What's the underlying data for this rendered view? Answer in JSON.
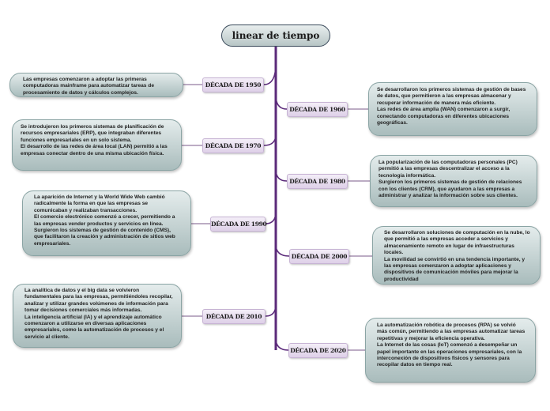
{
  "title": "linear de tiempo",
  "decades": {
    "d1950": "DÉCADA DE 1950",
    "d1960": "DÉCADA DE 1960",
    "d1970": "DÉCADA DE 1970",
    "d1980": "DÉCADA DE 1980",
    "d1990": "DÉCADA DE 1990",
    "d2000": "DÉCADA DE 2000",
    "d2010": "DÉCADA DE 2010",
    "d2020": "DÉCADA DE 2020"
  },
  "notes": {
    "n1950": "Las empresas comenzaron a adoptar las primeras computadoras mainframe para automatizar tareas de procesamiento de datos y cálculos complejos.",
    "n1960": "Se desarrollaron los primeros sistemas de gestión de bases de datos, que permitieron a las empresas almacenar y recuperar información de manera más eficiente.\nLas redes de área amplia (WAN) comenzaron a surgir, conectando computadoras en diferentes ubicaciones geográficas.",
    "n1970": "Se introdujeron los primeros sistemas de planificación de recursos empresariales (ERP), que integraban diferentes funciones empresariales en un solo sistema.\nEl desarrollo de las redes de área local (LAN) permitió a las empresas conectar dentro de una misma ubicación física.",
    "n1980": "La popularización de las computadoras personales (PC) permitió a las empresas descentralizar el acceso a la tecnología informática.\nSurgieron los primeros sistemas de gestión de relaciones con los clientes (CRM), que ayudaron a las empresas a administrar y analizar la información sobre sus clientes.",
    "n1990": "La aparición de Internet y la World Wide Web cambió radicalmente la forma en que las empresas se comunicaban y realizaban transacciones.\nEl comercio electrónico comenzó a crecer, permitiendo a las empresas vender productos y servicios en línea.\nSurgieron los sistemas de gestión de contenido (CMS), que facilitaron la creación y administración de sitios web empresariales.",
    "n2000": "Se desarrollaron soluciones de computación en la nube, lo que permitió a las empresas acceder a servicios y almacenamiento remoto en lugar de infraestructuras locales.\nLa movilidad se convirtió en una tendencia importante, y las empresas comenzaron a adoptar aplicaciones y dispositivos de comunicación móviles para mejorar la productividad",
    "n2010": "La analítica de datos y el big data se volvieron fundamentales para las empresas, permitiéndoles recopilar, analizar y utilizar grandes volúmenes de información para tomar decisiones comerciales más informadas.\nLa inteligencia artificial (IA) y el aprendizaje automático comenzaron a utilizarse en diversas aplicaciones empresariales, como la automatización de procesos y el servicio al cliente.",
    "n2020": "La automatización robótica de procesos (RPA) se volvió más común, permitiendo a las empresas automatizar tareas repetitivas y mejorar la eficiencia operativa.\nLa Internet de las cosas (IoT) comenzó a desempeñar un papel importante en las operaciones empresariales, con la interconexión de dispositivos físicos y sensores para recopilar datos en tiempo real."
  },
  "colors": {
    "spine": "#5b2a7a",
    "connector": "#7a5a8a",
    "note_border": "#8aa4a4"
  }
}
